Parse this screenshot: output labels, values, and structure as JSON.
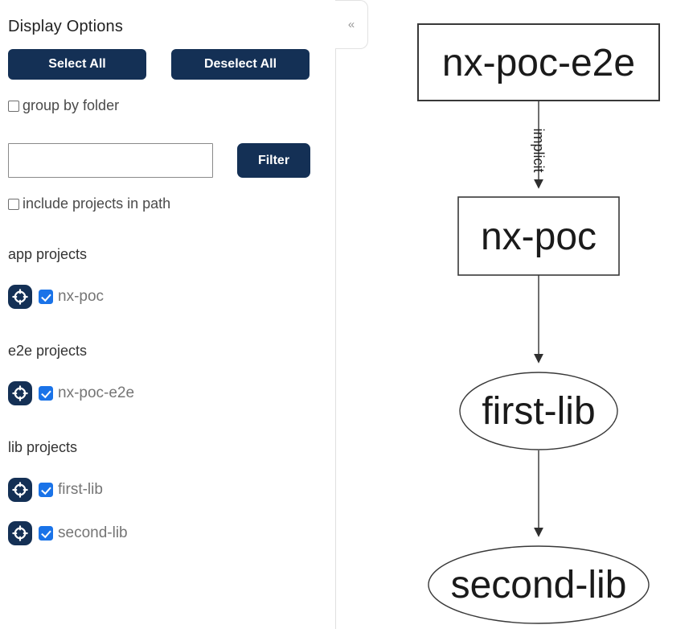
{
  "sidebar": {
    "title": "Display Options",
    "select_all_label": "Select All",
    "deselect_all_label": "Deselect All",
    "group_by_folder": {
      "label": "group by folder",
      "checked": false
    },
    "filter": {
      "input_value": "",
      "button_label": "Filter"
    },
    "include_projects_in_path": {
      "label": "include projects in path",
      "checked": false
    },
    "sections": [
      {
        "heading": "app projects",
        "projects": [
          {
            "name": "nx-poc",
            "checked": true
          }
        ]
      },
      {
        "heading": "e2e projects",
        "projects": [
          {
            "name": "nx-poc-e2e",
            "checked": true
          }
        ]
      },
      {
        "heading": "lib projects",
        "projects": [
          {
            "name": "first-lib",
            "checked": true
          },
          {
            "name": "second-lib",
            "checked": true
          }
        ]
      }
    ],
    "collapse_icon": "«"
  },
  "graph": {
    "nodes": [
      {
        "id": "nx-poc-e2e",
        "label": "nx-poc-e2e",
        "shape": "rectangle",
        "type": "e2e"
      },
      {
        "id": "nx-poc",
        "label": "nx-poc",
        "shape": "rectangle",
        "type": "app"
      },
      {
        "id": "first-lib",
        "label": "first-lib",
        "shape": "ellipse",
        "type": "lib"
      },
      {
        "id": "second-lib",
        "label": "second-lib",
        "shape": "ellipse",
        "type": "lib"
      }
    ],
    "edges": [
      {
        "source": "nx-poc-e2e",
        "target": "nx-poc",
        "label": "implicit"
      },
      {
        "source": "nx-poc",
        "target": "first-lib",
        "label": ""
      },
      {
        "source": "first-lib",
        "target": "second-lib",
        "label": ""
      }
    ]
  },
  "colors": {
    "navy": "#143055",
    "checkbox_blue": "#1a73e8",
    "node_border": "#383838",
    "edge": "#3f3f3f",
    "sidebar_border": "#e0e0e0",
    "project_label_gray": "#757575",
    "heading_dark": "#333333"
  }
}
